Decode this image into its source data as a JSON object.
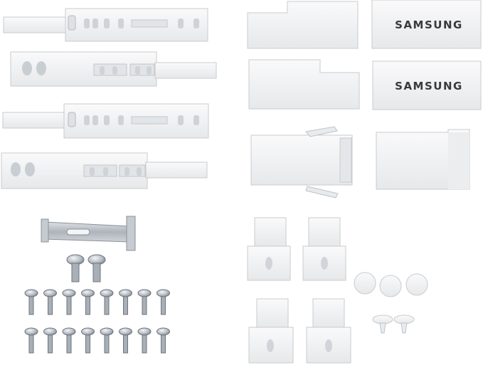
{
  "photo": {
    "background": "#ffffff",
    "plastic_color": "#f1f2f3",
    "plastic_edge": "#c9cbce",
    "metal_color": "#b9bec4",
    "brand_text": "SAMSUNG",
    "rails": {
      "count": 4
    },
    "covers": {
      "count": 6,
      "branded_count": 2
    },
    "bracket": {
      "count": 1
    },
    "large_screws": {
      "count": 2
    },
    "small_screws": {
      "count": 16,
      "rows": 2,
      "per_row": 8
    },
    "hinge_clips": {
      "count": 4
    },
    "caps": {
      "count": 3
    },
    "push_pins": {
      "count": 2
    }
  }
}
